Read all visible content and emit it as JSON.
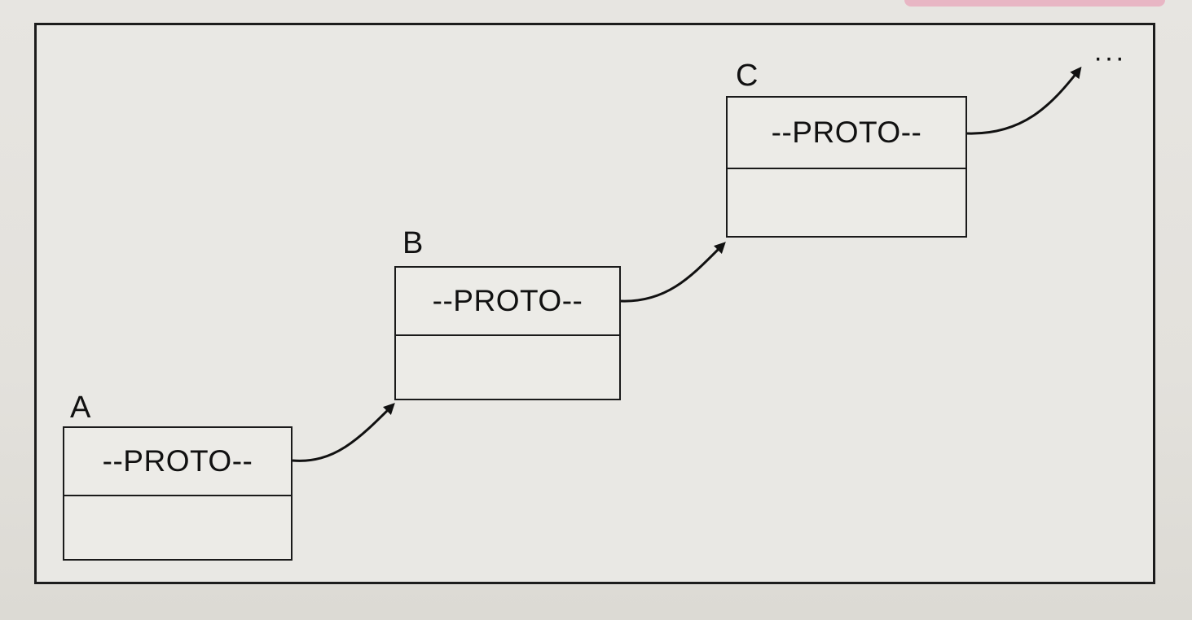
{
  "diagram": {
    "nodes": [
      {
        "id": "A",
        "label": "A",
        "proto": "--PROTO--"
      },
      {
        "id": "B",
        "label": "B",
        "proto": "--PROTO--"
      },
      {
        "id": "C",
        "label": "C",
        "proto": "--PROTO--"
      }
    ],
    "edges": [
      {
        "from": "A",
        "to": "B"
      },
      {
        "from": "B",
        "to": "C"
      },
      {
        "from": "C",
        "to": "ellipsis"
      }
    ],
    "continuation": "···"
  }
}
